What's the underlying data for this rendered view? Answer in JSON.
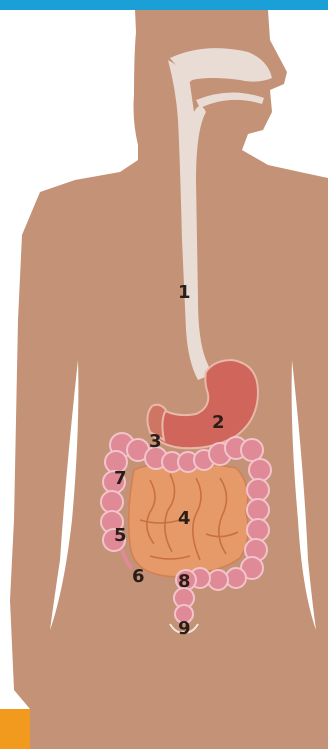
{
  "colors": {
    "topbar": "#1a9fd6",
    "corner": "#f29a1e",
    "body": "#c49276",
    "esophagus": "#e8dcd4",
    "stomach": "#d0655b",
    "large_intestine": "#df8a96",
    "small_intestine": "#e69a6a"
  },
  "labels": [
    {
      "id": "1",
      "text": "1"
    },
    {
      "id": "2",
      "text": "2"
    },
    {
      "id": "3",
      "text": "3"
    },
    {
      "id": "4",
      "text": "4"
    },
    {
      "id": "5",
      "text": "5"
    },
    {
      "id": "6",
      "text": "6"
    },
    {
      "id": "7",
      "text": "7"
    },
    {
      "id": "8",
      "text": "8"
    },
    {
      "id": "9",
      "text": "9"
    }
  ]
}
